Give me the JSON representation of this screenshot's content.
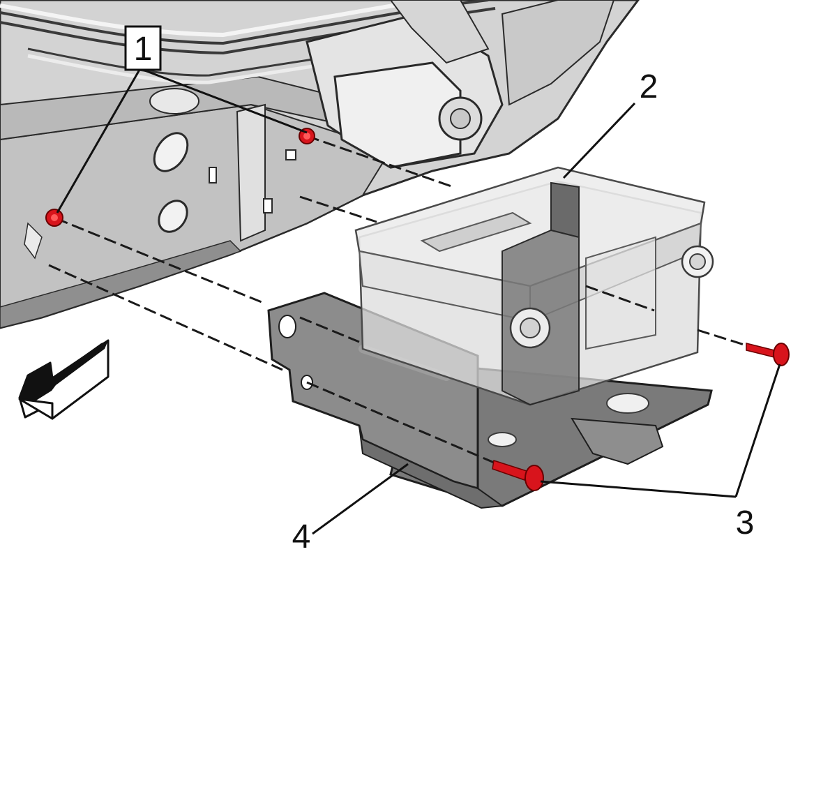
{
  "callouts": {
    "c1": "1",
    "c2": "2",
    "c3": "3",
    "c4": "4"
  },
  "colors": {
    "fastener": "#d8141c",
    "frame": "#cfcfcf",
    "frame_dark": "#9a9a9a",
    "tray": "#8a8a8a",
    "battery_glass": "#e6e6e6",
    "outline": "#222222",
    "leader": "#111111"
  },
  "icons": {
    "direction_arrow": "front-direction-arrow-icon"
  }
}
